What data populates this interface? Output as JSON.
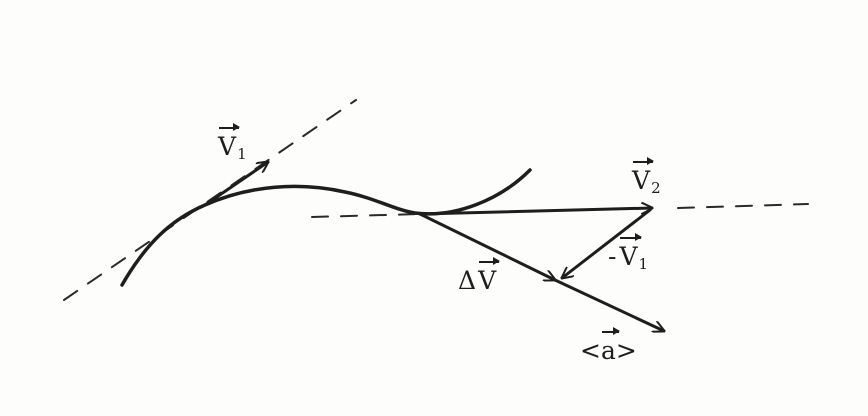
{
  "labels": {
    "v1": {
      "letter": "V",
      "sub": "1"
    },
    "v2": {
      "letter": "V",
      "sub": "2"
    },
    "neg_v1": {
      "sign": "-",
      "letter": "V",
      "sub": "1"
    },
    "delta_v": {
      "prefix": "Δ",
      "letter": "V"
    },
    "avg_a": {
      "open": "<",
      "letter": "a",
      "close": ">"
    }
  },
  "colors": {
    "ink": "#1e1e1e",
    "paper": "#fdfdfc"
  }
}
